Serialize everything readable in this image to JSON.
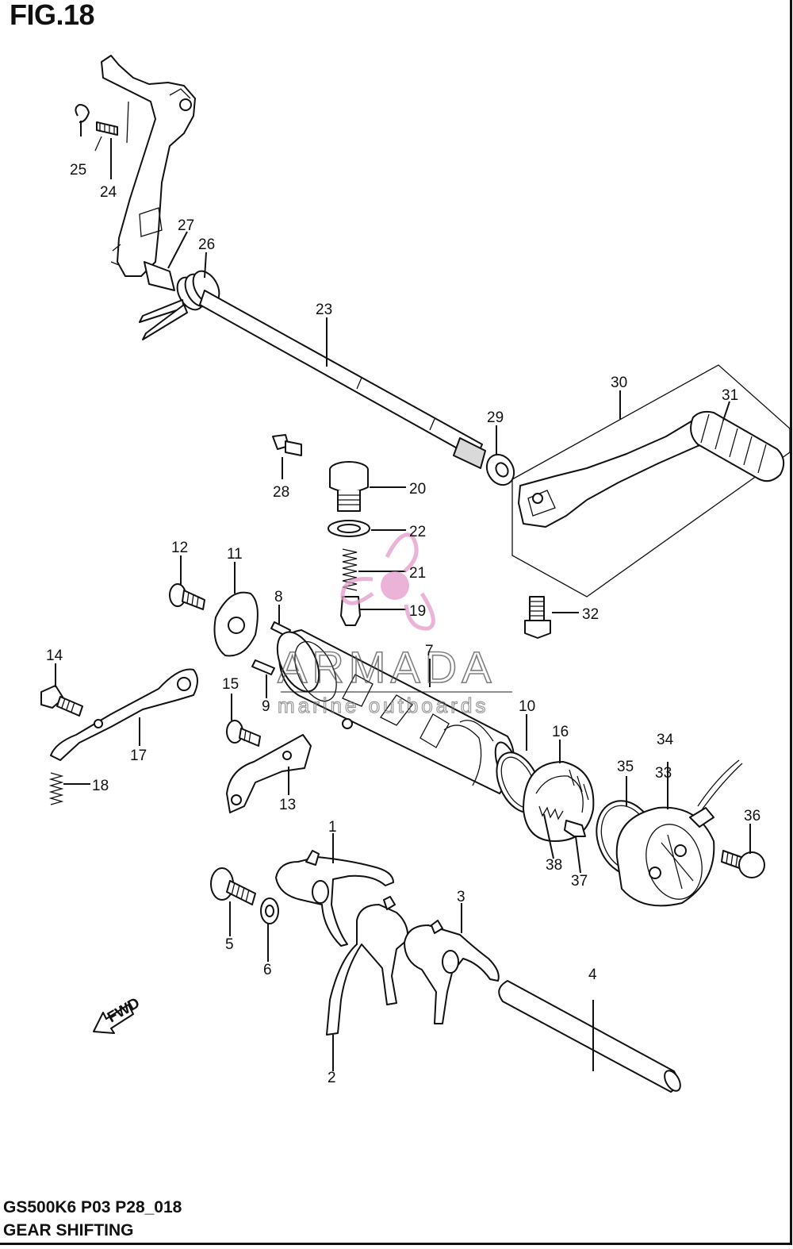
{
  "figure": {
    "title": "FIG.18",
    "model_code": "GS500K6 P03 P28_018",
    "caption": "GEAR SHIFTING"
  },
  "fwd_label": "FWD",
  "watermark": {
    "name": "ARMADA",
    "tagline": "marine outboards",
    "color": "#e59acb"
  },
  "callouts": [
    "1",
    "2",
    "3",
    "4",
    "5",
    "6",
    "7",
    "8",
    "9",
    "10",
    "11",
    "12",
    "13",
    "14",
    "15",
    "16",
    "17",
    "18",
    "19",
    "20",
    "21",
    "22",
    "23",
    "24",
    "25",
    "26",
    "27",
    "28",
    "29",
    "30",
    "31",
    "32",
    "33",
    "34",
    "35",
    "36",
    "37",
    "38"
  ]
}
